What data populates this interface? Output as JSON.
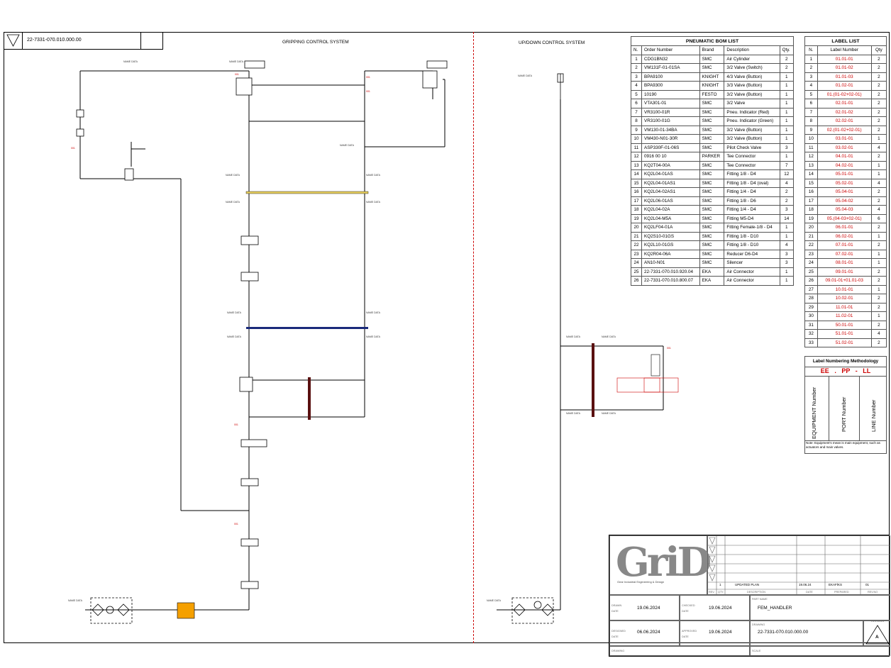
{
  "header": {
    "drawing_number": "22-7331-070.010.000.00",
    "gripping_title": "GRIPPING CONTROL SYSTEM",
    "updown_title": "UP/DOWN CONTROL SYSTEM"
  },
  "bom": {
    "title": "PNEUMATIC BOM LIST",
    "headers": [
      "N.",
      "Order Number",
      "Brand",
      "Description",
      "Qty."
    ],
    "rows": [
      [
        "1",
        "CDG1BN32",
        "SMC",
        "Air Cylinder",
        "2"
      ],
      [
        "2",
        "VM131F-01-01SA",
        "SMC",
        "3/2 Valve (Switch)",
        "2"
      ],
      [
        "3",
        "BPA9100",
        "KNIGHT",
        "4/3 Valve (Button)",
        "1"
      ],
      [
        "4",
        "BPA9300",
        "KNIGHT",
        "3/3 Valve (Button)",
        "1"
      ],
      [
        "5",
        "10190",
        "FESTO",
        "3/2 Valve (Button)",
        "1"
      ],
      [
        "6",
        "VTA301-01",
        "SMC",
        "3/2 Valve",
        "1"
      ],
      [
        "7",
        "VR3100-01R",
        "SMC",
        "Pneu. Indicator (Red)",
        "1"
      ],
      [
        "8",
        "VR3100-01G",
        "SMC",
        "Pneu. Indicator (Green)",
        "1"
      ],
      [
        "9",
        "VM130-01-34BA",
        "SMC",
        "3/2 Valve (Button)",
        "1"
      ],
      [
        "10",
        "VM430-N01-30R",
        "SMC",
        "3/2 Valve (Button)",
        "1"
      ],
      [
        "11",
        "ASP330F-01-06S",
        "SMC",
        "Pilot Check Valve",
        "3"
      ],
      [
        "12",
        "0916 00 10",
        "PARKER",
        "Tee Connector",
        "1"
      ],
      [
        "13",
        "KQ2T04-00A",
        "SMC",
        "Tee Connector",
        "7"
      ],
      [
        "14",
        "KQ2L04-01AS",
        "SMC",
        "Fitting 1/8 - D4",
        "12"
      ],
      [
        "15",
        "KQ2L04-01AS1",
        "SMC",
        "Fitting 1/8 - D4 (oval)",
        "4"
      ],
      [
        "16",
        "KQ2L04-02AS1",
        "SMC",
        "Fitting 1/4 - D4",
        "2"
      ],
      [
        "17",
        "KQ2L06-01AS",
        "SMC",
        "Fitting 1/8 - D6",
        "2"
      ],
      [
        "18",
        "KQ2L04-02A",
        "SMC",
        "Fitting 1/4 - D4",
        "3"
      ],
      [
        "19",
        "KQ2L04-M5A",
        "SMC",
        "Fitting M5-D4",
        "14"
      ],
      [
        "20",
        "KQ2LF04-01A",
        "SMC",
        "Fitting Female-1/8 - D4",
        "1"
      ],
      [
        "21",
        "KQ2S10-01GS",
        "SMC",
        "Fitting 1/8 - D10",
        "1"
      ],
      [
        "22",
        "KQ2L10-01GS",
        "SMC",
        "Fitting 1/8 - D10",
        "4"
      ],
      [
        "23",
        "KQ2R04-06A",
        "SMC",
        "Reducer D6-D4",
        "3"
      ],
      [
        "24",
        "AN10-N01",
        "SMC",
        "Silencer",
        "3"
      ],
      [
        "25",
        "22-7331-070.010.920.04",
        "EKA",
        "Air Connector",
        "1"
      ],
      [
        "26",
        "22-7331-070.010.800.07",
        "EKA",
        "Air Connector",
        "1"
      ]
    ]
  },
  "labels": {
    "title": "LABEL LIST",
    "headers": [
      "N.",
      "Label Number",
      "Qty"
    ],
    "rows": [
      [
        "1",
        "01.01-01",
        "2"
      ],
      [
        "2",
        "01.01-02",
        "2"
      ],
      [
        "3",
        "01.01-03",
        "2"
      ],
      [
        "4",
        "01.02-01",
        "2"
      ],
      [
        "5",
        "01.(01-02+02-01)",
        "2"
      ],
      [
        "6",
        "02.01-01",
        "2"
      ],
      [
        "7",
        "02.01-02",
        "2"
      ],
      [
        "8",
        "02.02-01",
        "2"
      ],
      [
        "9",
        "02.(01-02+02-01)",
        "2"
      ],
      [
        "10",
        "03.01-01",
        "1"
      ],
      [
        "11",
        "03.02-01",
        "4"
      ],
      [
        "12",
        "04.01-01",
        "2"
      ],
      [
        "13",
        "04.02-01",
        "1"
      ],
      [
        "14",
        "05.01-01",
        "1"
      ],
      [
        "15",
        "05.02-01",
        "4"
      ],
      [
        "16",
        "05.04-01",
        "2"
      ],
      [
        "17",
        "05.04-02",
        "2"
      ],
      [
        "18",
        "05.04-03",
        "4"
      ],
      [
        "19",
        "05.(04-03+02-01)",
        "6"
      ],
      [
        "20",
        "06.01-01",
        "2"
      ],
      [
        "21",
        "06.02-01",
        "1"
      ],
      [
        "22",
        "07.01-01",
        "2"
      ],
      [
        "23",
        "07.02-01",
        "1"
      ],
      [
        "24",
        "08.01-01",
        "1"
      ],
      [
        "25",
        "09.01-01",
        "2"
      ],
      [
        "26",
        "09.01-01+01.01-03",
        "2"
      ],
      [
        "27",
        "10.01-01",
        "1"
      ],
      [
        "28",
        "10.02-01",
        "2"
      ],
      [
        "29",
        "11.01-01",
        "2"
      ],
      [
        "30",
        "11.02-01",
        "1"
      ],
      [
        "31",
        "50.01-01",
        "2"
      ],
      [
        "32",
        "51.01-01",
        "4"
      ],
      [
        "33",
        "51.02-01",
        "2"
      ]
    ]
  },
  "methodology": {
    "title": "Label Numbering Methodology",
    "code_ee": "EE",
    "dot": ".",
    "code_pp": "PP",
    "dash": "-",
    "code_ll": "LL",
    "equipment_label": "EQUIPMENT Number",
    "port_label": "PORT Number",
    "line_label": "LINE Number",
    "note": "Note: Equipment's mean is main equipment, such as actuators and main valves."
  },
  "title_block": {
    "rev_row": {
      "rev": "1",
      "description": "UPDATED PLAN",
      "date": "19.06.24",
      "prepared": "EKAFİKS",
      "rev_no": "01"
    },
    "rev_headers": {
      "rev": "REV.",
      "qty": "QTY.",
      "description": "DESCRIPTION",
      "date": "DATE",
      "prepared": "PREPARED",
      "rev_no": "REV.NO"
    },
    "drawn_label": "DRAWN",
    "drawn_date_label": "DATE",
    "drawn_date": "19.06.2024",
    "checked_label": "CHECKED",
    "checked_date_label": "DATE",
    "checked_date": "19.06.2024",
    "designed_label": "DESIGNED",
    "designed_date_label": "DATE",
    "designed_date": "06.06.2024",
    "approved_label": "APPROVED",
    "approved_date_label": "DATE",
    "approved_date": "19.06.2024",
    "name_label": "PART NAME",
    "name": "FEM_HANDLER",
    "drawing_label": "DRAWING",
    "drawing_no": "22-7331-070.010.000.00",
    "revision_label": "REVISION",
    "revision": "A",
    "scale_label": "DRAWING",
    "scale2_label": "SCALE",
    "logo_text": "GriD",
    "logo_sub": "Gear Industrial Engineering & Design"
  },
  "colors": {
    "red": "#cc0000",
    "blue": "#1a2a7a",
    "yellow": "#e8d060",
    "orange": "#f5a000",
    "darkred": "#5a1010"
  }
}
